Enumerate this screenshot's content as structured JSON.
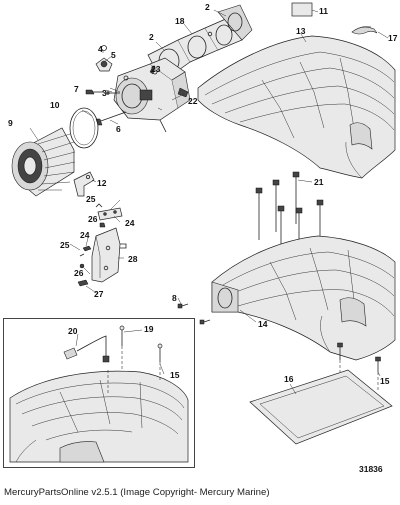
{
  "diagram": {
    "drawing_number": "31836",
    "footer": "MercuryPartsOnline v2.5.1 (Image Copyright- Mercury Marine)",
    "callouts": [
      {
        "id": "c2a",
        "label": "2"
      },
      {
        "id": "c2b",
        "label": "2"
      },
      {
        "id": "c3",
        "label": "3"
      },
      {
        "id": "c4",
        "label": "4"
      },
      {
        "id": "c5",
        "label": "5"
      },
      {
        "id": "c6",
        "label": "6"
      },
      {
        "id": "c7",
        "label": "7"
      },
      {
        "id": "c8",
        "label": "8"
      },
      {
        "id": "c9",
        "label": "9"
      },
      {
        "id": "c10",
        "label": "10"
      },
      {
        "id": "c11",
        "label": "11"
      },
      {
        "id": "c12",
        "label": "12"
      },
      {
        "id": "c13",
        "label": "13"
      },
      {
        "id": "c14",
        "label": "14"
      },
      {
        "id": "c15a",
        "label": "15"
      },
      {
        "id": "c15b",
        "label": "15"
      },
      {
        "id": "c16",
        "label": "16"
      },
      {
        "id": "c17",
        "label": "17"
      },
      {
        "id": "c18",
        "label": "18"
      },
      {
        "id": "c19",
        "label": "19"
      },
      {
        "id": "c20",
        "label": "20"
      },
      {
        "id": "c21",
        "label": "21"
      },
      {
        "id": "c22",
        "label": "22"
      },
      {
        "id": "c23",
        "label": "23"
      },
      {
        "id": "c24a",
        "label": "24"
      },
      {
        "id": "c24b",
        "label": "24"
      },
      {
        "id": "c25a",
        "label": "25"
      },
      {
        "id": "c25b",
        "label": "25"
      },
      {
        "id": "c26a",
        "label": "26"
      },
      {
        "id": "c26b",
        "label": "26"
      },
      {
        "id": "c27",
        "label": "27"
      },
      {
        "id": "c28",
        "label": "28"
      }
    ]
  }
}
